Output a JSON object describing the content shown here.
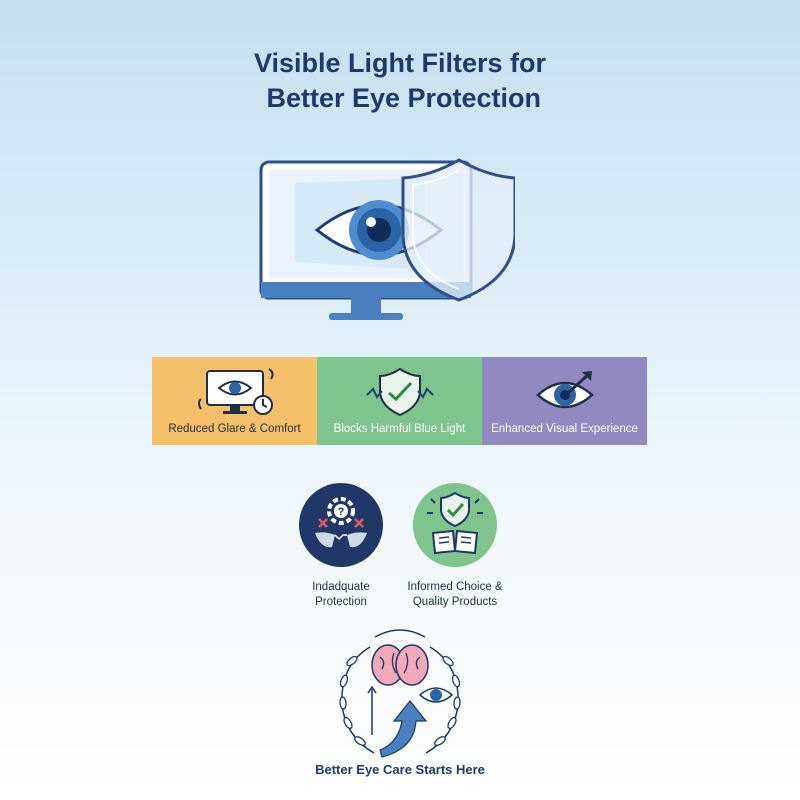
{
  "title": {
    "line1": "Visible Light Filters for",
    "line2": " Better Eye Protection"
  },
  "benefits": [
    {
      "label": "Reduced Glare & Comfort",
      "color": "#f6c06a",
      "icon": "monitor-eye-clock-icon"
    },
    {
      "label": "Blocks Harmful Blue Light",
      "color": "#7fc48d",
      "icon": "shield-wave-icon"
    },
    {
      "label": "Enhanced Visual Experience",
      "color": "#9189c0",
      "icon": "eye-arrow-icon"
    }
  ],
  "comparison": [
    {
      "line1": "Indadquate",
      "line2": "Protection",
      "color": "#1f3868",
      "icon": "broken-lens-gear-icon"
    },
    {
      "line1": "Informed Choice &",
      "line2": "Quality Products",
      "color": "#7fc48d",
      "icon": "shield-book-icon"
    }
  ],
  "footer": "Better Eye Care Starts Here"
}
